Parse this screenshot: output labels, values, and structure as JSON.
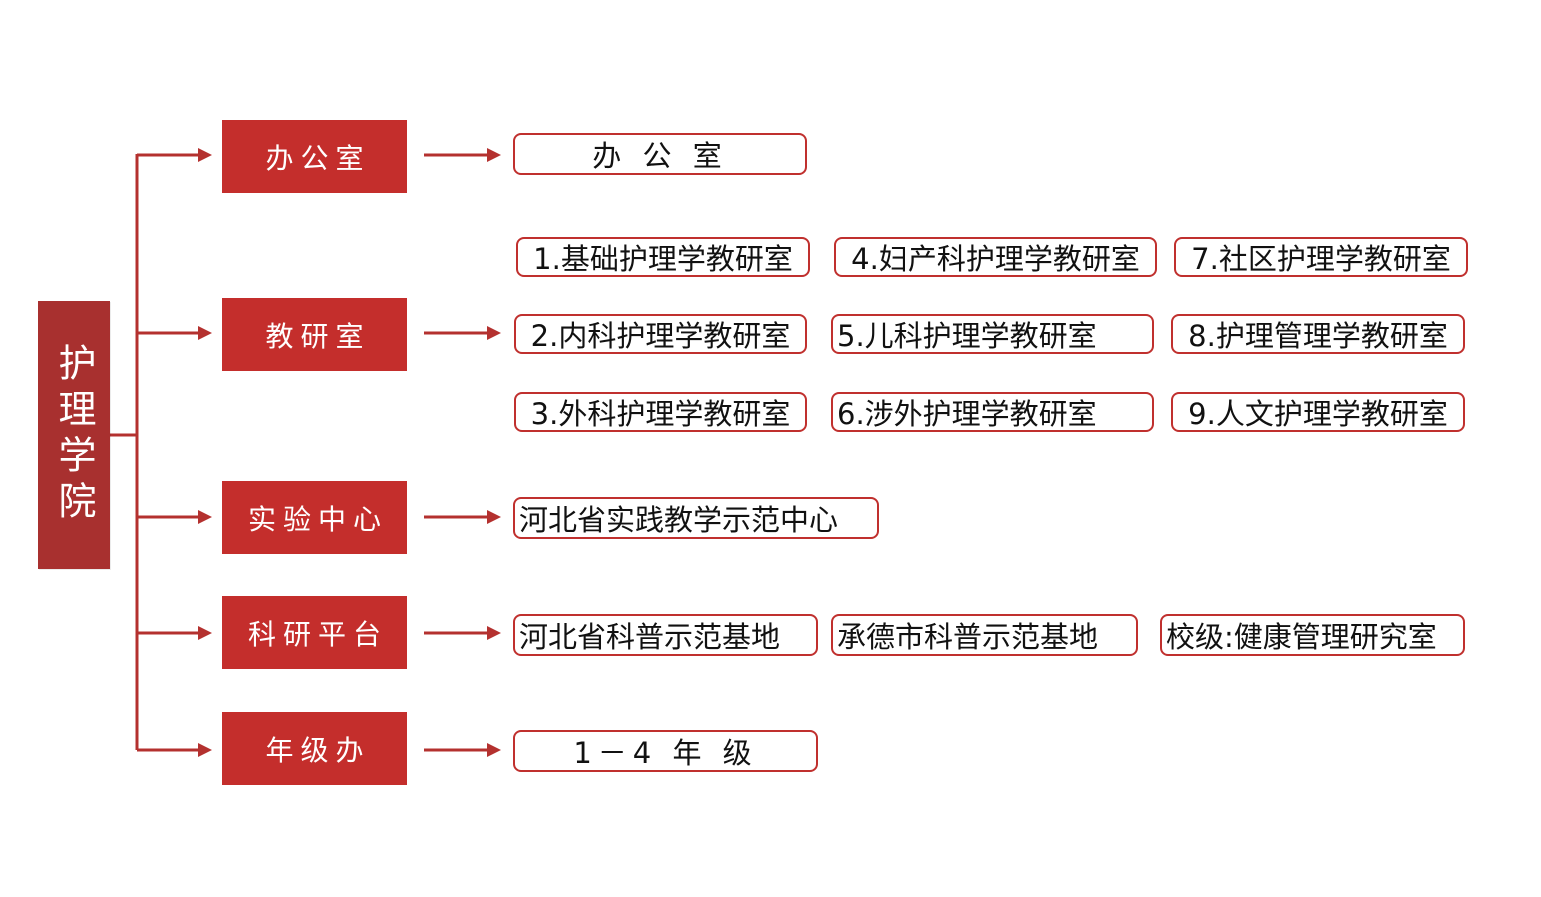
{
  "root": {
    "label": "护理学院"
  },
  "categories": [
    {
      "label": "办公室",
      "items": [
        "办 公 室"
      ]
    },
    {
      "label": "教研室",
      "items": [
        "1.基础护理学教研室",
        "4.妇产科护理学教研室",
        "7.社区护理学教研室",
        "2.内科护理学教研室",
        "5.儿科护理学教研室",
        "8.护理管理学教研室",
        "3.外科护理学教研室",
        "6.涉外护理学教研室",
        "9.人文护理学教研室"
      ]
    },
    {
      "label": "实验中心",
      "items": [
        "河北省实践教学示范中心"
      ]
    },
    {
      "label": "科研平台",
      "items": [
        "河北省科普示范基地",
        "承德市科普示范基地",
        "校级:健康管理研究室"
      ]
    },
    {
      "label": "年级办",
      "items": [
        "1－4 年 级"
      ]
    }
  ],
  "colors": {
    "root_fill": "#a8302f",
    "category_fill": "#c42e2c",
    "connector": "#b4312f",
    "leaf_border": "#c0302e"
  }
}
